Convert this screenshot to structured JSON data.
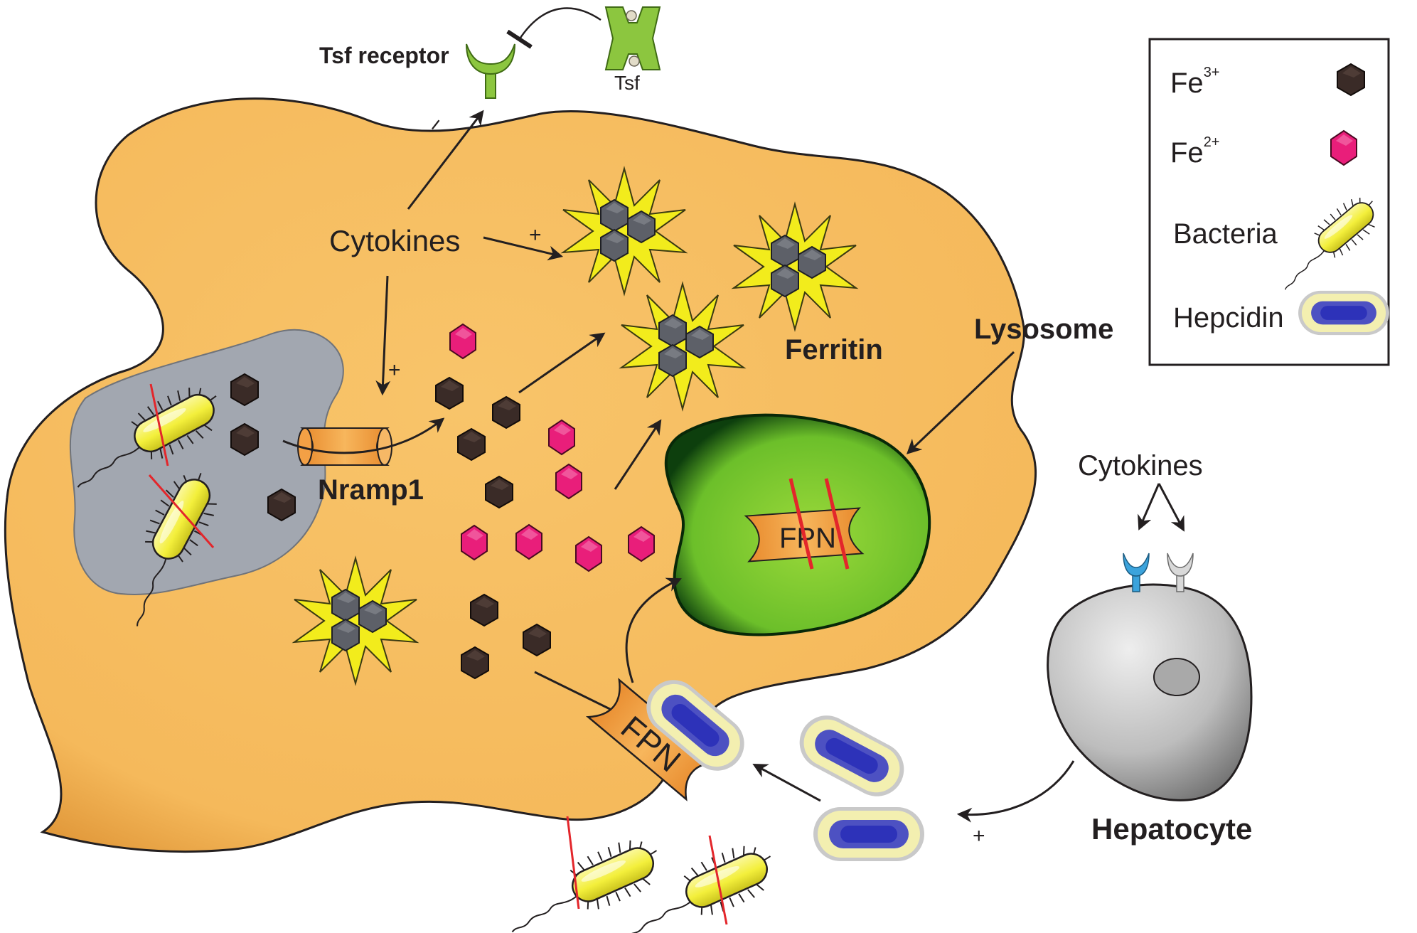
{
  "labels": {
    "tsf_receptor": "Tsf receptor",
    "tsf": "Tsf",
    "cytokines_cell": "Cytokines",
    "cytokines_hepatocyte": "Cytokines",
    "ferritin": "Ferritin",
    "lysosome": "Lysosome",
    "nramp1": "Nramp1",
    "fpn_membrane": "FPN",
    "fpn_lysosome": "FPN",
    "hepatocyte": "Hepatocyte",
    "minus_tsf": "−",
    "plus_ferritin": "+",
    "plus_nramp1": "+",
    "plus_hepcidin": "+"
  },
  "legend": {
    "fe3_base": "Fe",
    "fe3_charge": "3+",
    "fe2_base": "Fe",
    "fe2_charge": "2+",
    "bacteria": "Bacteria",
    "hepcidin": "Hepcidin"
  },
  "colors": {
    "cell": "#f5b95b",
    "phagosome": "#a2a7b0",
    "lysosome": "#7bc62d",
    "fe3": "#3a2b27",
    "fe2": "#e91e7a",
    "ferritin_star": "#f2ec1c",
    "ferritin_core": "#5d6068",
    "bacteria": "#f3ef3b",
    "hepcidin_core": "#3b3fc4",
    "hepcidin_halo": "#f3efb0",
    "fpn": "#f3a045",
    "tsf": "#8cc63f",
    "hepatocyte": "#bdbdbd",
    "inhibition_slash": "#e3262b"
  },
  "icons": [
    "fe3-icon",
    "fe2-icon",
    "bacteria-icon",
    "hepcidin-icon",
    "ferritin-icon",
    "fpn-icon",
    "nramp1-icon",
    "tsf-icon",
    "tsf-receptor-icon",
    "hepatocyte-icon"
  ]
}
